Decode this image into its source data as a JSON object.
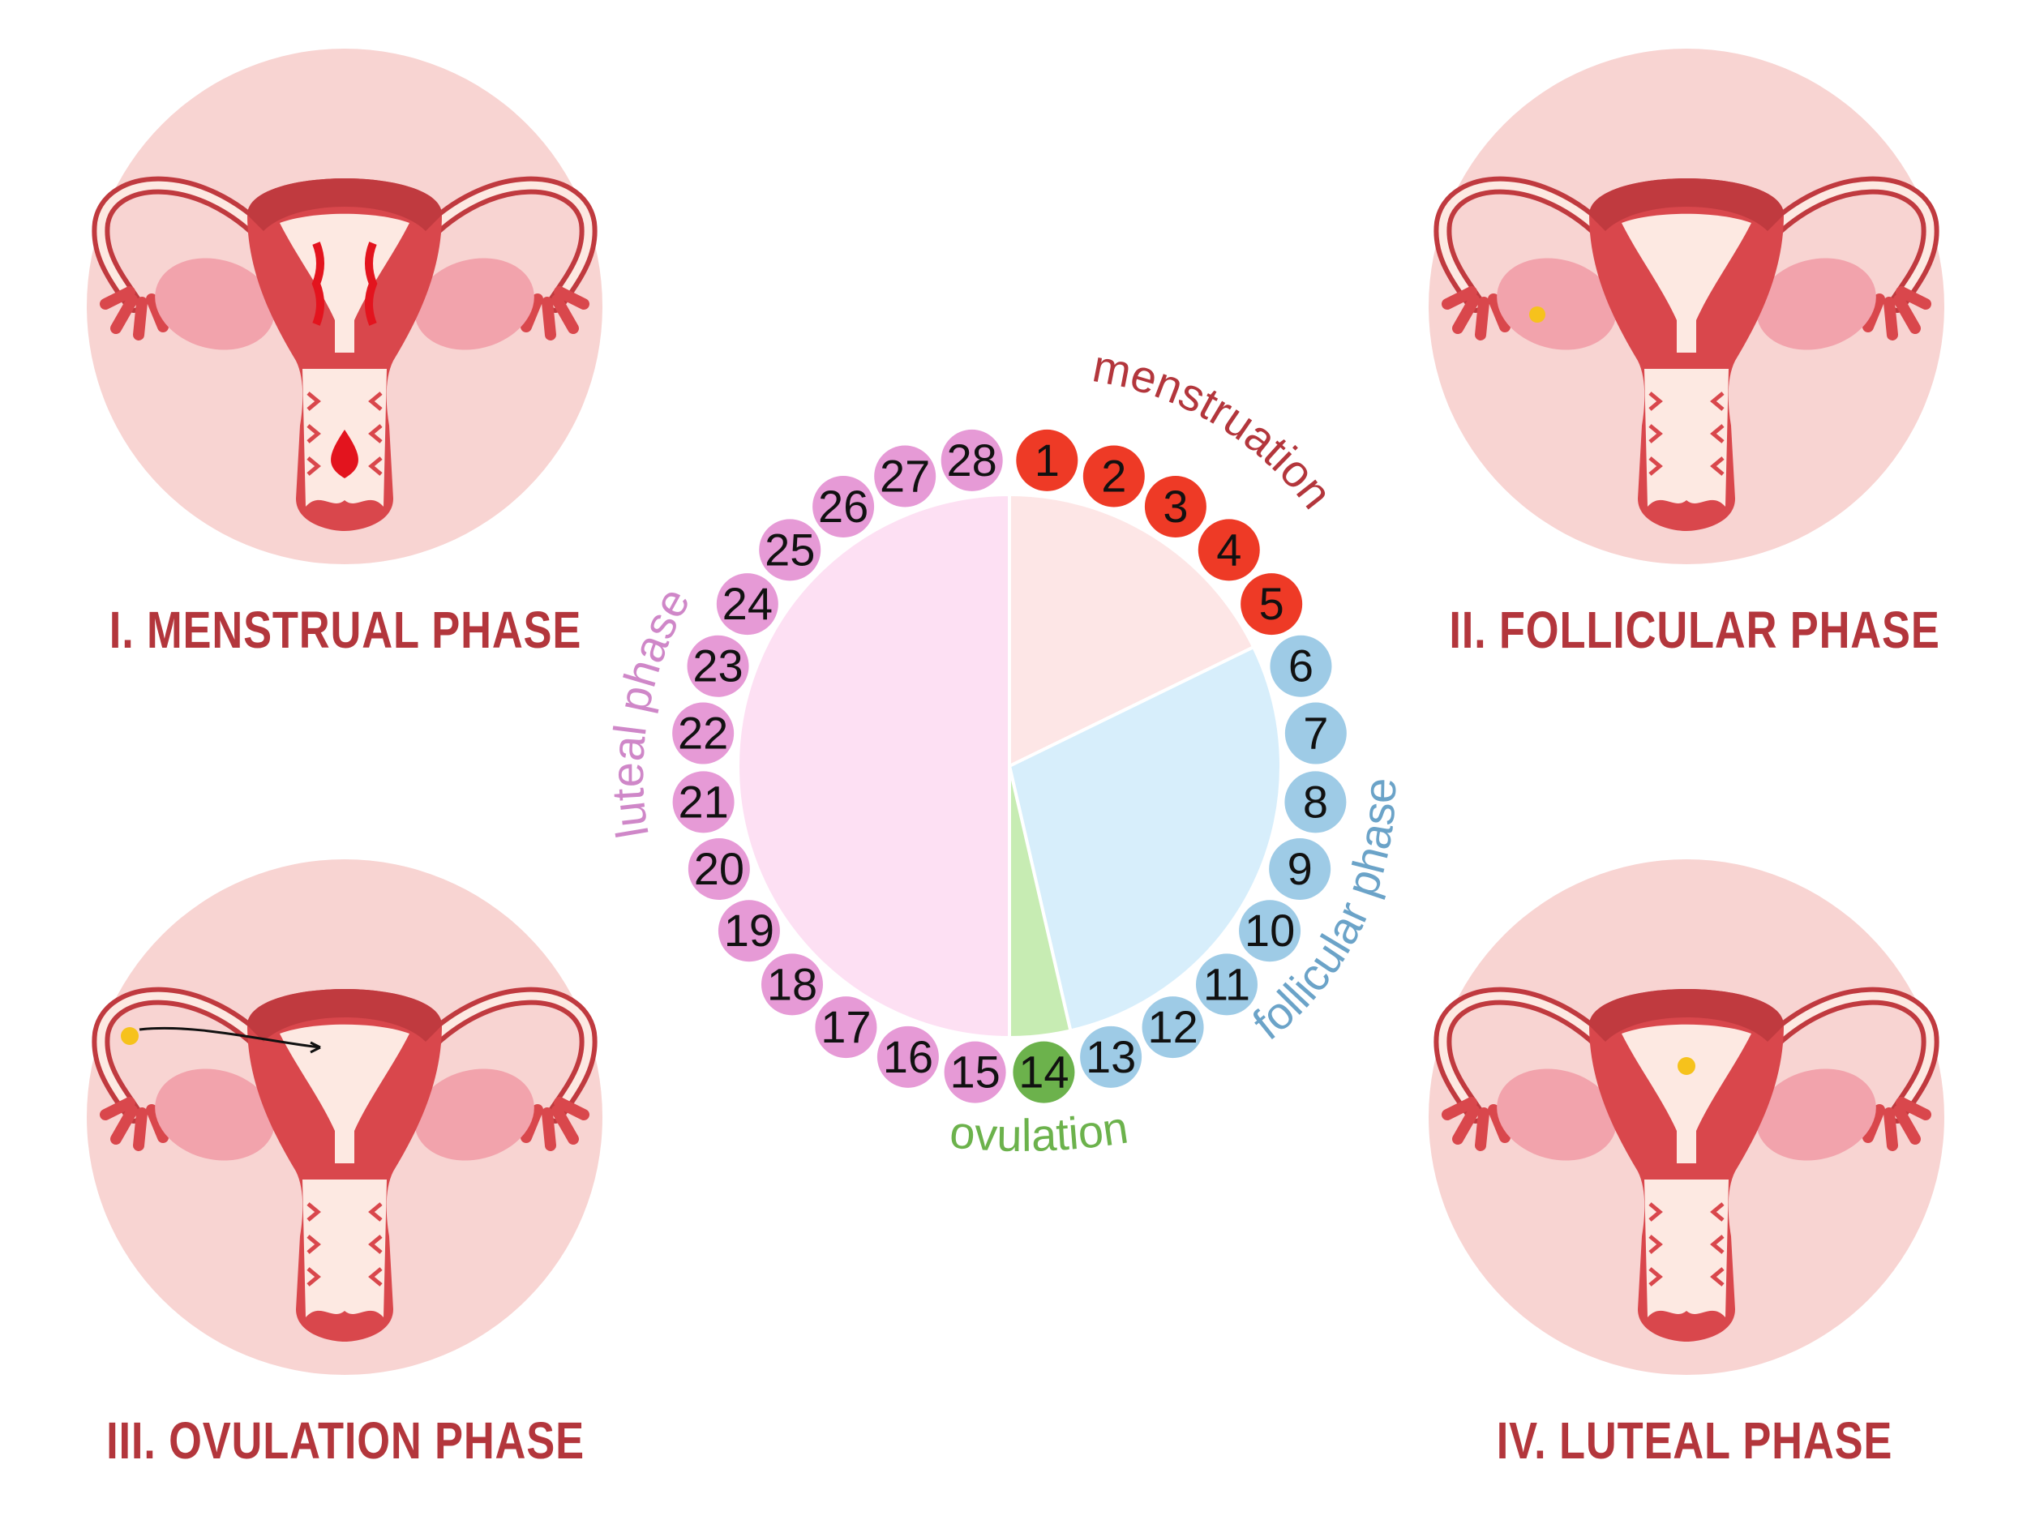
{
  "phases": [
    {
      "label": "I. MENSTRUAL PHASE"
    },
    {
      "label": "II. FOLLICULAR PHASE"
    },
    {
      "label": "III. OVULATION PHASE"
    },
    {
      "label": "IV. LUTEAL PHASE"
    }
  ],
  "cycle": {
    "days": [
      "1",
      "2",
      "3",
      "4",
      "5",
      "6",
      "7",
      "8",
      "9",
      "10",
      "11",
      "12",
      "13",
      "14",
      "15",
      "16",
      "17",
      "18",
      "19",
      "20",
      "21",
      "22",
      "23",
      "24",
      "25",
      "26",
      "27",
      "28"
    ],
    "labels": {
      "menstruation": "menstruation",
      "follicular": "follicular phase",
      "ovulation": "ovulation",
      "luteal": "luteal phase"
    },
    "groups": [
      {
        "name": "menstruation",
        "days": [
          1,
          2,
          3,
          4,
          5
        ],
        "circle_color": "#ee3a26",
        "sector_color": "#fde6e6",
        "label_color": "#b3363c"
      },
      {
        "name": "follicular",
        "days": [
          6,
          7,
          8,
          9,
          10,
          11,
          12,
          13
        ],
        "circle_color": "#9ecbe6",
        "sector_color": "#d7eefb",
        "label_color": "#6ba3c8"
      },
      {
        "name": "ovulation",
        "days": [
          14
        ],
        "circle_color": "#6cb24c",
        "sector_color": "#c7ecb3",
        "label_color": "#6cb24c"
      },
      {
        "name": "luteal",
        "days": [
          15,
          16,
          17,
          18,
          19,
          20,
          21,
          22,
          23,
          24,
          25,
          26,
          27,
          28
        ],
        "circle_color": "#e69ad6",
        "sector_color": "#fde0f3",
        "label_color": "#cf87c8"
      }
    ]
  },
  "colors": {
    "phase_title": "#b3363c",
    "badge_bg": "#f8d4d2",
    "uterus_dark": "#c03a3f",
    "uterus_mid": "#d9474c",
    "uterus_light": "#fde9e2",
    "ovary": "#f2a3ac",
    "egg": "#f6c21c",
    "blood": "#e3141e"
  }
}
